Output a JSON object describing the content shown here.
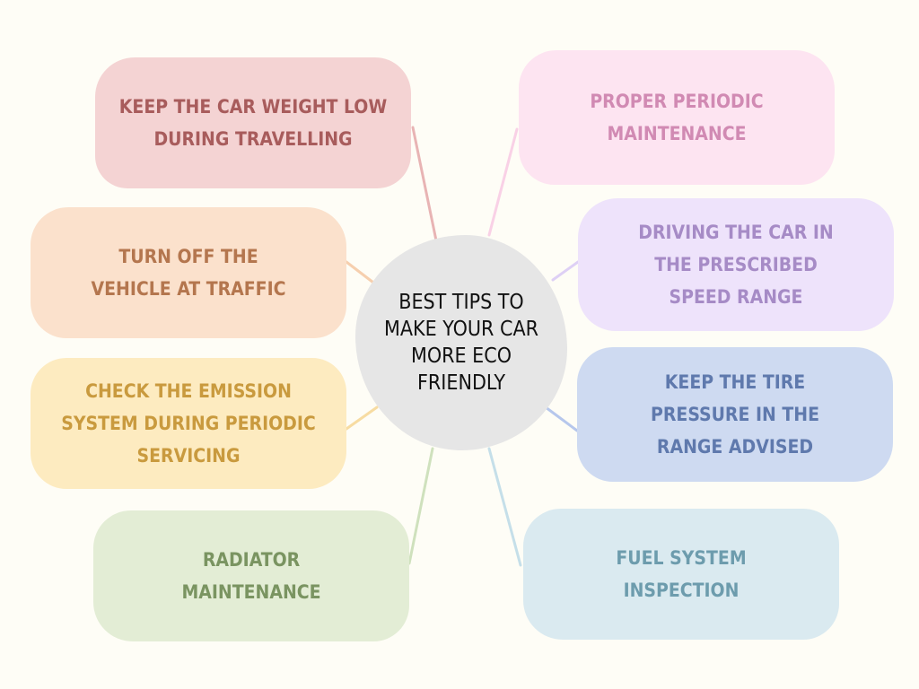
{
  "center": {
    "title": "BEST TIPS TO\nMAKE YOUR CAR\nMORE ECO\nFRIENDLY",
    "fill": "#e6e6e6",
    "text_color": "#111111"
  },
  "tips": [
    {
      "label": "KEEP THE CAR WEIGHT LOW\nDURING TRAVELLING",
      "fill": "#f4d3d3",
      "text": "#a85c5c",
      "line": "#e8b4b4"
    },
    {
      "label": "TURN OFF THE\nVEHICLE AT TRAFFIC",
      "fill": "#fbe1cc",
      "text": "#b4764e",
      "line": "#f6cfae"
    },
    {
      "label": "CHECK THE EMISSION\nSYSTEM DURING PERIODIC\nSERVICING",
      "fill": "#fdebc0",
      "text": "#c99a3e",
      "line": "#f7dca2"
    },
    {
      "label": "RADIATOR\nMAINTENANCE",
      "fill": "#e3edd5",
      "text": "#7a9461",
      "line": "#cfe1bd"
    },
    {
      "label": "PROPER PERIODIC\nMAINTENANCE",
      "fill": "#fde4f1",
      "text": "#d18ab3",
      "line": "#f9d1e6"
    },
    {
      "label": "DRIVING THE CAR IN\nTHE PRESCRIBED\nSPEED RANGE",
      "fill": "#eee3fb",
      "text": "#a68bc6",
      "line": "#ded0f5"
    },
    {
      "label": "KEEP THE TIRE\nPRESSURE IN THE\nRANGE ADVISED",
      "fill": "#cedaf1",
      "text": "#5f79ad",
      "line": "#b6c7ec"
    },
    {
      "label": "FUEL SYSTEM\nINSPECTION",
      "fill": "#daeaf0",
      "text": "#6d9cad",
      "line": "#c5dfe9"
    }
  ]
}
